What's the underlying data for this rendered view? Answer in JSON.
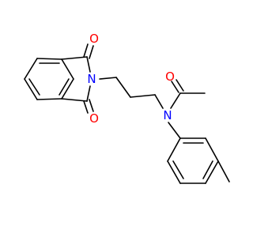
{
  "molecule": {
    "colors": {
      "bond": "#000000",
      "oxygen": "#ff0000",
      "nitrogen": "#0000ff",
      "background": "#ffffff"
    },
    "atoms": {
      "o_imide_top": "O",
      "o_imide_bottom": "O",
      "n_imide": "N",
      "o_acetyl": "O",
      "n_amide": "N"
    }
  }
}
